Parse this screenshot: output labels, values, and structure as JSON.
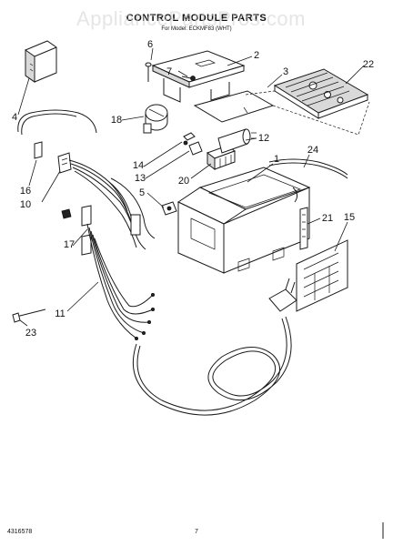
{
  "header": {
    "title": "CONTROL MODULE PARTS",
    "subtitle": "For Model: ECKMF83 (WHT)"
  },
  "watermark": "AppliancePartsPros.com",
  "callouts": {
    "c1": "1",
    "c2": "2",
    "c3": "3",
    "c4": "4",
    "c5": "5",
    "c6": "6",
    "c7": "7",
    "c10": "10",
    "c11": "11",
    "c12": "12",
    "c13": "13",
    "c14": "14",
    "c15": "15",
    "c16": "16",
    "c17": "17",
    "c18": "18",
    "c20": "20",
    "c21": "21",
    "c22": "22",
    "c23": "23",
    "c24": "24"
  },
  "footer": {
    "doc_number": "4316578",
    "page_number": "7"
  }
}
